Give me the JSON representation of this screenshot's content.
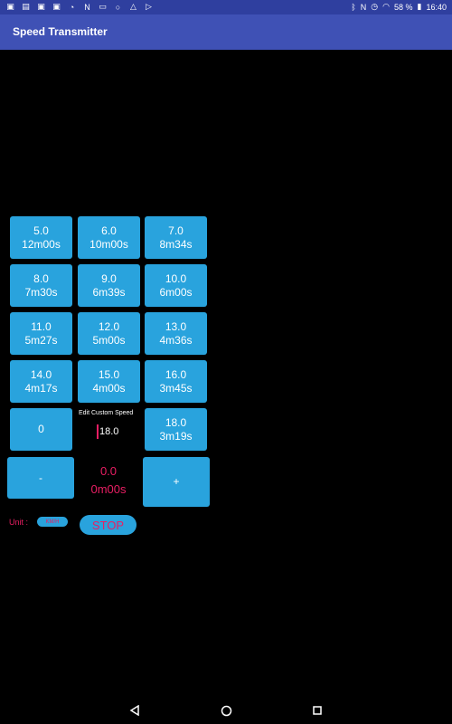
{
  "status_bar": {
    "battery": "58 %",
    "time": "16:40",
    "left_icons": [
      "image-icon",
      "document-icon",
      "image-icon",
      "image-icon",
      "bulb-icon",
      "n-icon",
      "chat-icon",
      "circle-icon",
      "triangle-icon",
      "play-icon"
    ],
    "right_icons": [
      "bluetooth-icon",
      "nfc-icon",
      "alarm-icon",
      "wifi-icon",
      "battery-icon"
    ]
  },
  "app": {
    "title": "Speed Transmitter"
  },
  "speed_buttons": [
    {
      "speed": "5.0",
      "pace": "12m00s"
    },
    {
      "speed": "6.0",
      "pace": "10m00s"
    },
    {
      "speed": "7.0",
      "pace": "8m34s"
    },
    {
      "speed": "8.0",
      "pace": "7m30s"
    },
    {
      "speed": "9.0",
      "pace": "6m39s"
    },
    {
      "speed": "10.0",
      "pace": "6m00s"
    },
    {
      "speed": "11.0",
      "pace": "5m27s"
    },
    {
      "speed": "12.0",
      "pace": "5m00s"
    },
    {
      "speed": "13.0",
      "pace": "4m36s"
    },
    {
      "speed": "14.0",
      "pace": "4m17s"
    },
    {
      "speed": "15.0",
      "pace": "4m00s"
    },
    {
      "speed": "16.0",
      "pace": "3m45s"
    }
  ],
  "zero_button": "0",
  "custom": {
    "label": "Edit Custom Speed",
    "value": "18.0",
    "button_speed": "18.0",
    "button_pace": "3m19s"
  },
  "controls": {
    "minus": "-",
    "plus": "+",
    "current_speed": "0.0",
    "current_pace": "0m00s"
  },
  "unit": {
    "label": "Unit :",
    "toggle": "KM/H"
  },
  "stop": "STOP",
  "colors": {
    "accent": "#29a3dd",
    "text_highlight": "#e91e63",
    "app_bar": "#3f51b5"
  }
}
